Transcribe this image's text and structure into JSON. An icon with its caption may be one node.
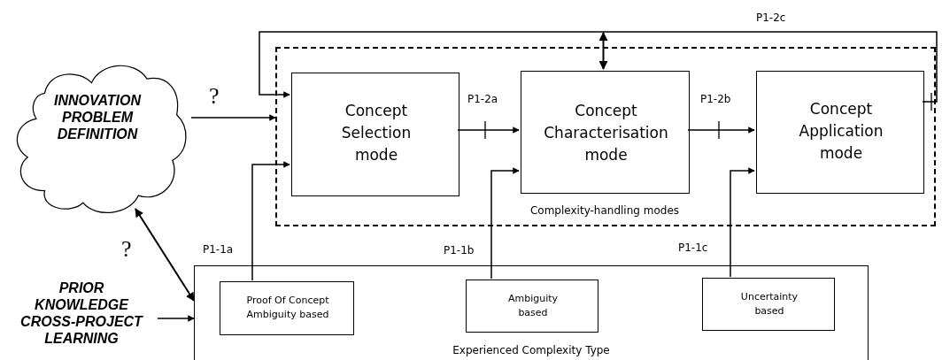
{
  "diagram": {
    "nodes": [
      {
        "text": [
          "INNOVATION PROBLEM DEFINITION"
        ]
      },
      {
        "text": [
          "Complexity-handling modes"
        ]
      },
      {
        "text": [
          "Concept Selection mode"
        ],
        "in": 1
      },
      {
        "text": [
          "Concept Characterisation mode"
        ],
        "in": 1
      },
      {
        "text": [
          "Concept Application mode"
        ],
        "in": 1
      },
      {
        "text": [
          "PRIOR KNOWLEDGE CROSS-PROJECT LEARNING"
        ]
      },
      {
        "text": [
          "Experienced Complexity Type"
        ]
      },
      {
        "text": [
          "Proof Of Concept Ambiguity based"
        ],
        "in": 6
      },
      {
        "text": [
          "Ambiguity based"
        ],
        "in": 6
      },
      {
        "text": [
          "Uncertainty based"
        ],
        "in": 6
      }
    ],
    "edges": [
      {
        "from": 0,
        "to": 1,
        "arrow": "to",
        "label": "?"
      },
      {
        "from": 4,
        "to": 2,
        "arrow": "to",
        "label": "P1-2c"
      },
      {
        "from": null,
        "to": 3,
        "arrow": "both"
      },
      {
        "from": 2,
        "to": 3,
        "arrow": "to",
        "label": "P1-2a"
      },
      {
        "from": 3,
        "to": 4,
        "arrow": "to",
        "label": "P1-2b"
      },
      {
        "from": 7,
        "to": 2,
        "arrow": "to",
        "label": "P1-1a"
      },
      {
        "from": 8,
        "to": 3,
        "arrow": "to",
        "label": "P1-1b"
      },
      {
        "from": 9,
        "to": 4,
        "arrow": "to",
        "label": "P1-1c"
      },
      {
        "from": 0,
        "to": 6,
        "arrow": "both",
        "label": "?"
      },
      {
        "from": 5,
        "to": 6,
        "arrow": "to"
      }
    ]
  }
}
